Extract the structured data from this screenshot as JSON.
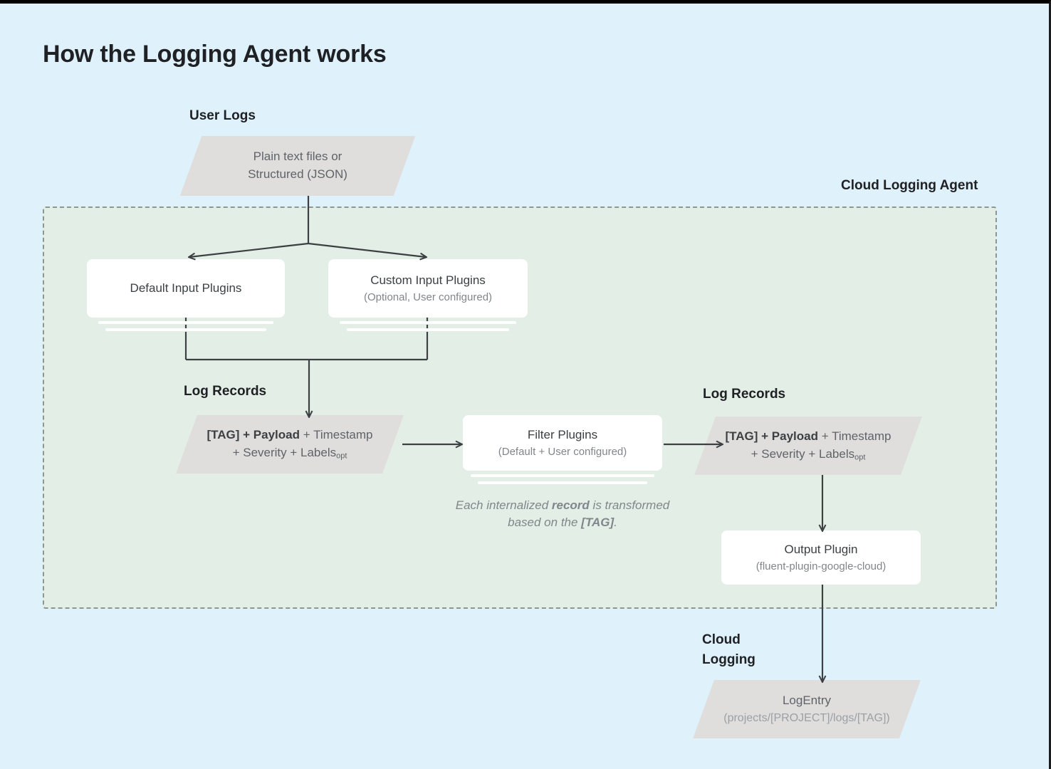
{
  "page": {
    "title": "How the Logging Agent works",
    "background_color": "#dff2fc",
    "panel_color": "#e3efe6",
    "shape_color": "#e0dedd",
    "accent_text_color": "#202124"
  },
  "labels": {
    "user_logs": "User Logs",
    "cloud_logging_agent": "Cloud Logging Agent",
    "log_records_left": "Log Records",
    "log_records_right": "Log Records",
    "cloud_logging": "Cloud\nLogging"
  },
  "shapes": {
    "user_logs_source": {
      "line1": "Plain text files or",
      "line2": "Structured (JSON)"
    },
    "log_record_left": {
      "bold_part": "[TAG] + Payload",
      "rest_line1": " + Timestamp",
      "line2_pre": "+ Severity + Labels",
      "line2_sub": "opt"
    },
    "log_record_right": {
      "bold_part": "[TAG] + Payload",
      "rest_line1": " + Timestamp",
      "line2_pre": "+ Severity + Labels",
      "line2_sub": "opt"
    },
    "log_entry": {
      "title": "LogEntry",
      "sub": "(projects/[PROJECT]/logs/[TAG])"
    }
  },
  "cards": {
    "default_input": {
      "title": "Default Input Plugins",
      "sub": ""
    },
    "custom_input": {
      "title": "Custom Input Plugins",
      "sub": "(Optional, User configured)"
    },
    "filter_plugins": {
      "title": "Filter Plugins",
      "sub": "(Default + User configured)"
    },
    "output_plugin": {
      "title": "Output Plugin",
      "sub": "(fluent-plugin-google-cloud)"
    }
  },
  "annotation": {
    "pre": "Each internalized ",
    "bold1": "record",
    "mid": " is transformed based on the ",
    "bold2": "[TAG]",
    "post": "."
  }
}
